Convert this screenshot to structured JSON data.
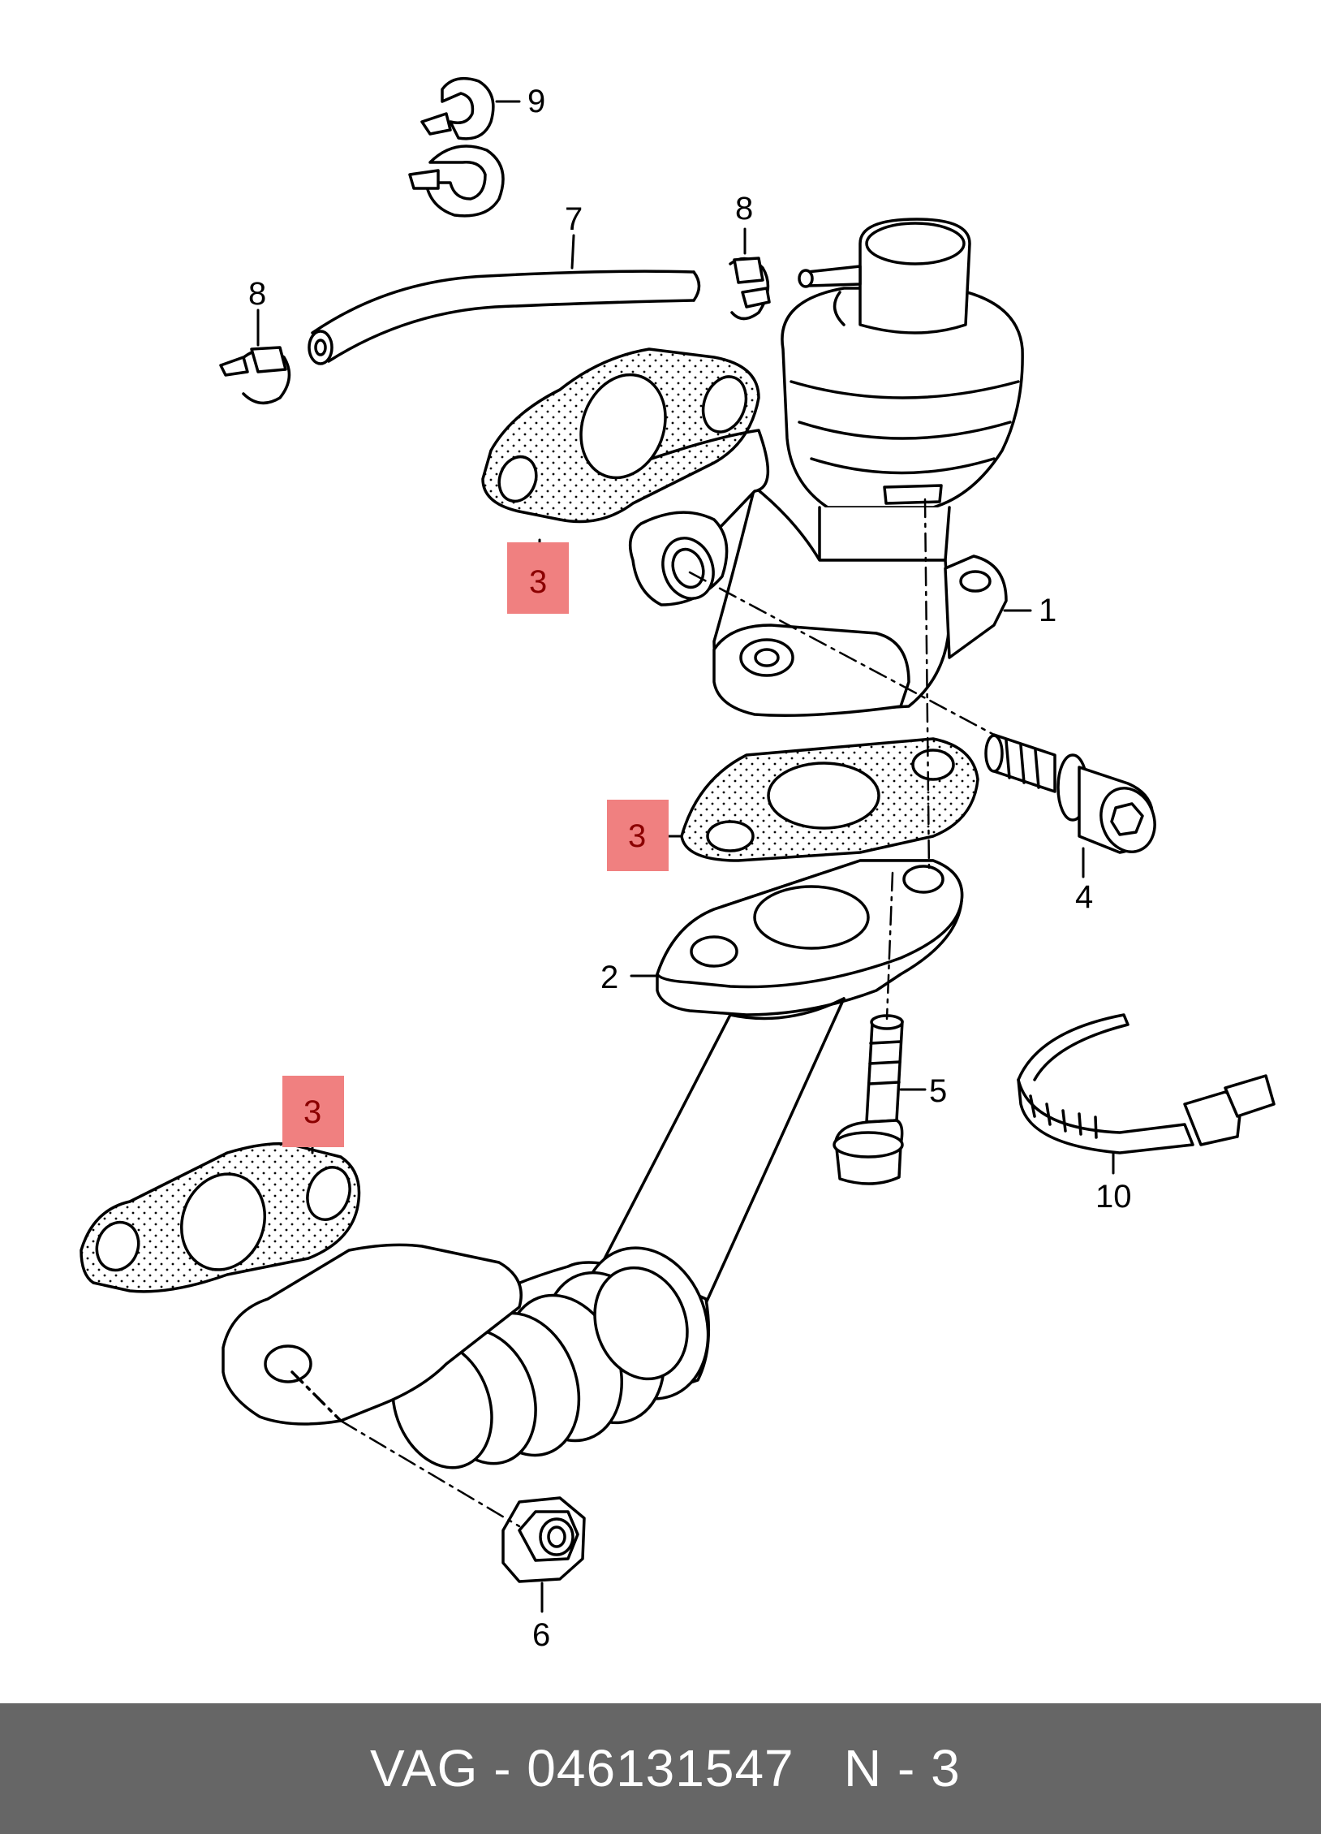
{
  "footer": {
    "part_number": "VAG - 046131547",
    "reference": "N - 3"
  },
  "callouts": {
    "c1": "1",
    "c2": "2",
    "c3a": "3",
    "c3b": "3",
    "c3c": "3",
    "c4": "4",
    "c5": "5",
    "c6": "6",
    "c7": "7",
    "c8a": "8",
    "c8b": "8",
    "c9": "9",
    "c10": "10"
  },
  "colors": {
    "highlight": "#f08080",
    "highlight_text": "#8b0000",
    "footer_bg": "#666666",
    "line": "#000000"
  }
}
